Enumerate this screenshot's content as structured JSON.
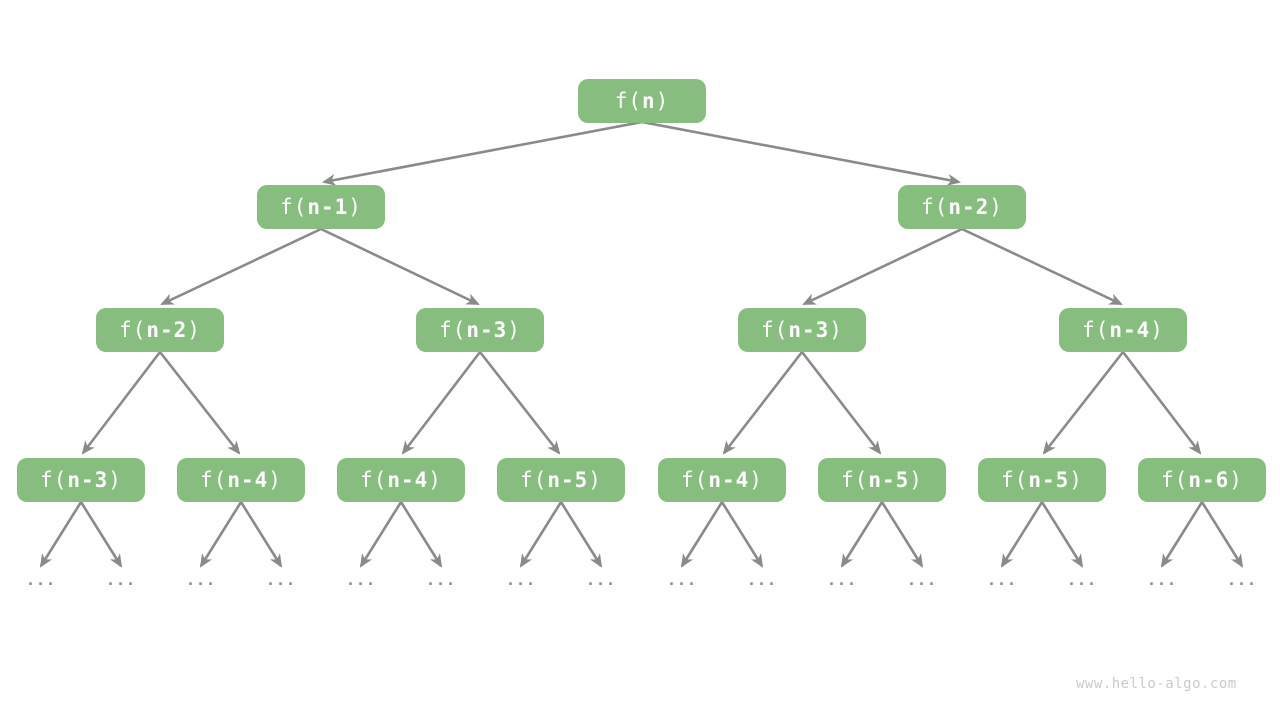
{
  "diagram": {
    "title_hint": "recursion-tree-of-fibonacci",
    "colors": {
      "node_fill": "#87bd7f",
      "node_text": "#ffffff",
      "edge": "#8a8a8a",
      "ellipsis": "#8c8c8c",
      "watermark_text": "#c7cbca"
    },
    "ellipsis_label": "...",
    "watermark": "www.hello-algo.com",
    "nodes": [
      {
        "id": "n0",
        "level": 0,
        "prefix": "f(",
        "arg": "n",
        "suffix": ")"
      },
      {
        "id": "n1",
        "level": 1,
        "prefix": "f(",
        "arg": "n-1",
        "suffix": ")"
      },
      {
        "id": "n2",
        "level": 1,
        "prefix": "f(",
        "arg": "n-2",
        "suffix": ")"
      },
      {
        "id": "n3",
        "level": 2,
        "prefix": "f(",
        "arg": "n-2",
        "suffix": ")"
      },
      {
        "id": "n4",
        "level": 2,
        "prefix": "f(",
        "arg": "n-3",
        "suffix": ")"
      },
      {
        "id": "n5",
        "level": 2,
        "prefix": "f(",
        "arg": "n-3",
        "suffix": ")"
      },
      {
        "id": "n6",
        "level": 2,
        "prefix": "f(",
        "arg": "n-4",
        "suffix": ")"
      },
      {
        "id": "n7",
        "level": 3,
        "prefix": "f(",
        "arg": "n-3",
        "suffix": ")"
      },
      {
        "id": "n8",
        "level": 3,
        "prefix": "f(",
        "arg": "n-4",
        "suffix": ")"
      },
      {
        "id": "n9",
        "level": 3,
        "prefix": "f(",
        "arg": "n-4",
        "suffix": ")"
      },
      {
        "id": "n10",
        "level": 3,
        "prefix": "f(",
        "arg": "n-5",
        "suffix": ")"
      },
      {
        "id": "n11",
        "level": 3,
        "prefix": "f(",
        "arg": "n-4",
        "suffix": ")"
      },
      {
        "id": "n12",
        "level": 3,
        "prefix": "f(",
        "arg": "n-5",
        "suffix": ")"
      },
      {
        "id": "n13",
        "level": 3,
        "prefix": "f(",
        "arg": "n-5",
        "suffix": ")"
      },
      {
        "id": "n14",
        "level": 3,
        "prefix": "f(",
        "arg": "n-6",
        "suffix": ")"
      }
    ],
    "edges": [
      {
        "from": "n0",
        "to": "n1"
      },
      {
        "from": "n0",
        "to": "n2"
      },
      {
        "from": "n1",
        "to": "n3"
      },
      {
        "from": "n1",
        "to": "n4"
      },
      {
        "from": "n2",
        "to": "n5"
      },
      {
        "from": "n2",
        "to": "n6"
      },
      {
        "from": "n3",
        "to": "n7"
      },
      {
        "from": "n3",
        "to": "n8"
      },
      {
        "from": "n4",
        "to": "n9"
      },
      {
        "from": "n4",
        "to": "n10"
      },
      {
        "from": "n5",
        "to": "n11"
      },
      {
        "from": "n5",
        "to": "n12"
      },
      {
        "from": "n6",
        "to": "n13"
      },
      {
        "from": "n6",
        "to": "n14"
      },
      {
        "from": "n7",
        "to": "ellipsis-0"
      },
      {
        "from": "n7",
        "to": "ellipsis-1"
      },
      {
        "from": "n8",
        "to": "ellipsis-2"
      },
      {
        "from": "n8",
        "to": "ellipsis-3"
      },
      {
        "from": "n9",
        "to": "ellipsis-4"
      },
      {
        "from": "n9",
        "to": "ellipsis-5"
      },
      {
        "from": "n10",
        "to": "ellipsis-6"
      },
      {
        "from": "n10",
        "to": "ellipsis-7"
      },
      {
        "from": "n11",
        "to": "ellipsis-8"
      },
      {
        "from": "n11",
        "to": "ellipsis-9"
      },
      {
        "from": "n12",
        "to": "ellipsis-10"
      },
      {
        "from": "n12",
        "to": "ellipsis-11"
      },
      {
        "from": "n13",
        "to": "ellipsis-12"
      },
      {
        "from": "n13",
        "to": "ellipsis-13"
      },
      {
        "from": "n14",
        "to": "ellipsis-14"
      },
      {
        "from": "n14",
        "to": "ellipsis-15"
      }
    ]
  }
}
